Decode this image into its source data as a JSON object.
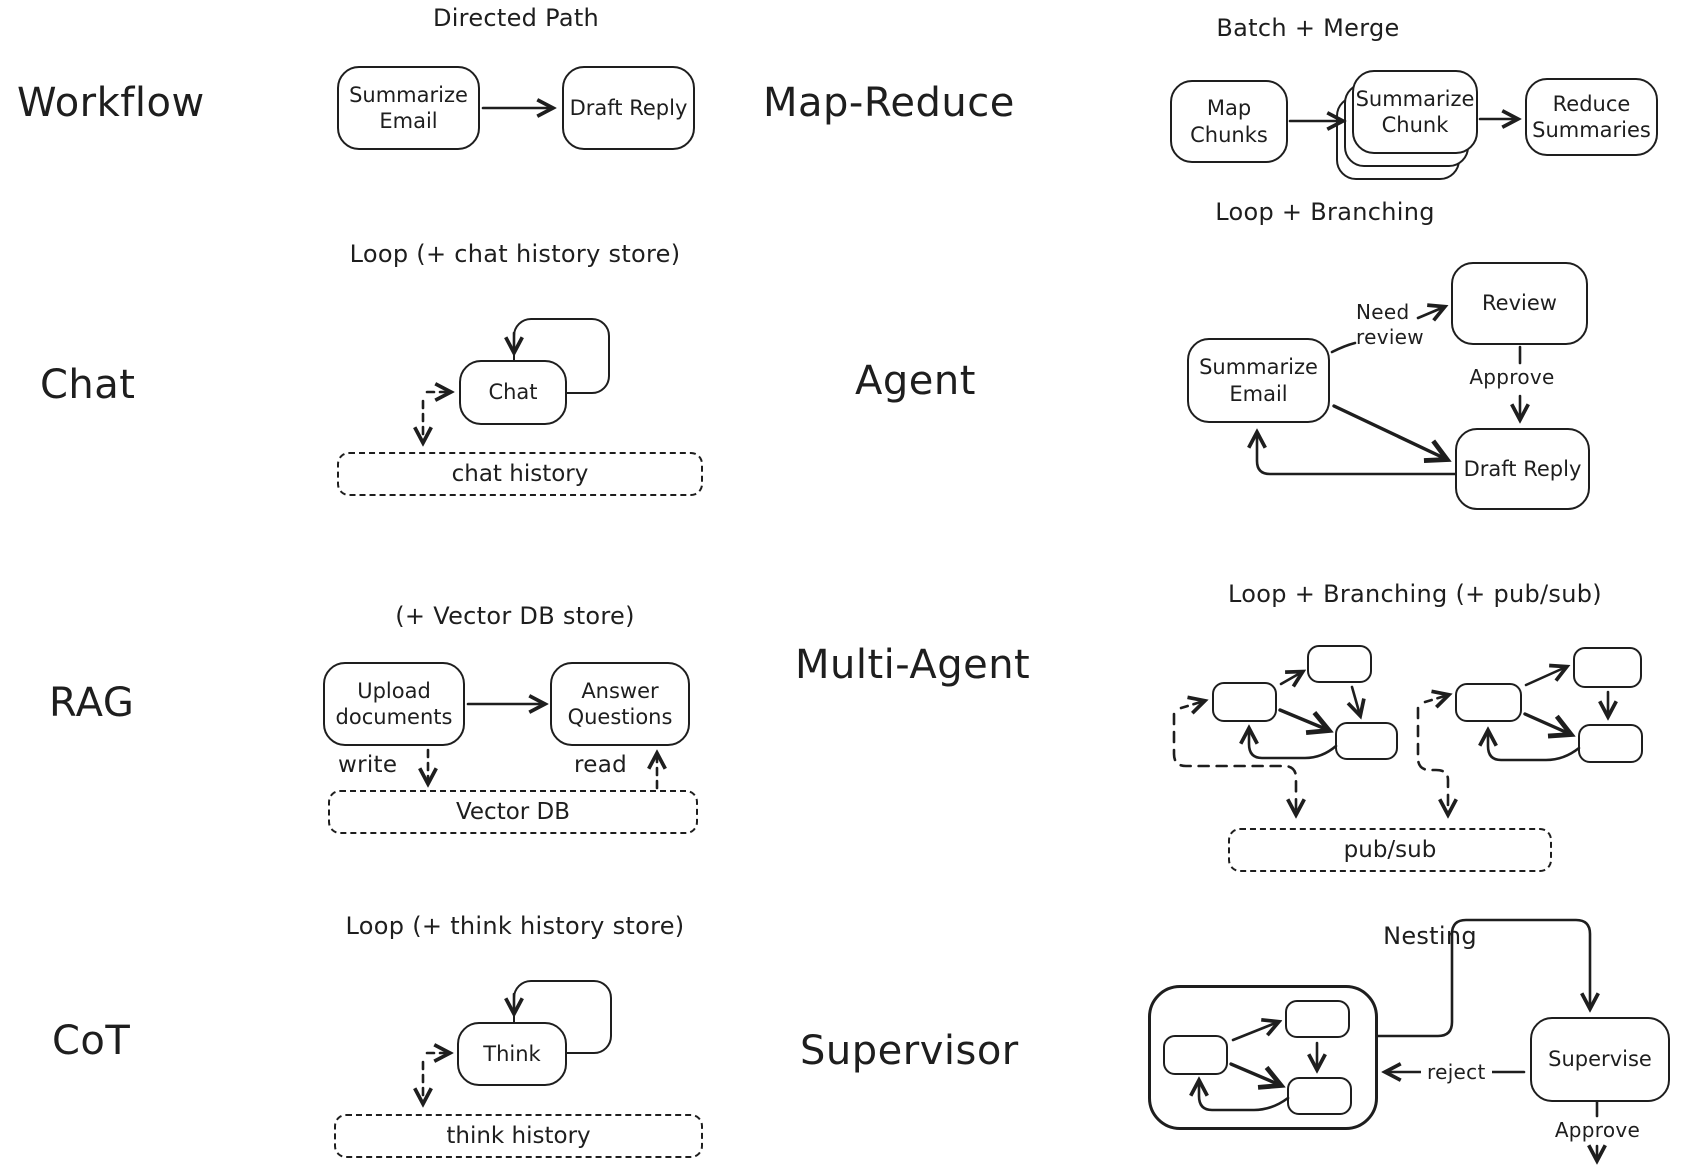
{
  "colors": {
    "ink": "#1e1e1e",
    "background": "#ffffff"
  },
  "workflow": {
    "label": "Workflow",
    "pattern": "Directed Path",
    "summarize_email": "Summarize Email",
    "draft_reply": "Draft Reply"
  },
  "map_reduce": {
    "label": "Map-Reduce",
    "pattern": "Batch + Merge",
    "map_chunks": "Map Chunks",
    "summarize_chunk": "Summarize Chunk",
    "reduce_summaries": "Reduce Summaries"
  },
  "chat": {
    "label": "Chat",
    "pattern": "Loop (+ chat history store)",
    "chat_node": "Chat",
    "history": "chat history"
  },
  "agent": {
    "label": "Agent",
    "pattern": "Loop + Branching",
    "summarize_email": "Summarize Email",
    "review": "Review",
    "draft_reply": "Draft Reply",
    "need_review_line1": "Need",
    "need_review_line2": "review",
    "approve": "Approve"
  },
  "rag": {
    "label": "RAG",
    "pattern": "(+ Vector DB store)",
    "upload_documents": "Upload documents",
    "answer_questions": "Answer Questions",
    "write": "write",
    "read": "read",
    "vector_db": "Vector DB"
  },
  "multi_agent": {
    "label": "Multi-Agent",
    "pattern": "Loop + Branching (+ pub/sub)",
    "pub_sub": "pub/sub"
  },
  "cot": {
    "label": "CoT",
    "pattern": "Loop (+ think history store)",
    "think": "Think",
    "history": "think history"
  },
  "supervisor": {
    "label": "Supervisor",
    "pattern": "Nesting",
    "supervise": "Supervise",
    "reject": "reject",
    "approve": "Approve"
  }
}
